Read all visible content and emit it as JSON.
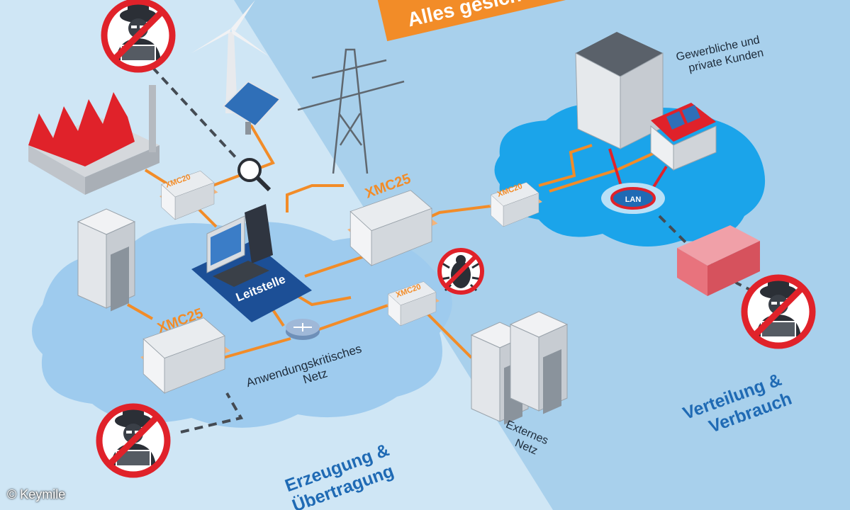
{
  "banner": {
    "text": "Alles gesichert"
  },
  "labels": {
    "customers_line1": "Gewerbliche und",
    "customers_line2": "private Kunden",
    "leitstelle": "Leitstelle",
    "critical_line1": "Anwendungskritisches",
    "critical_line2": "Netz",
    "external_line1": "Externes",
    "external_line2": "Netz",
    "generation_line1": "Erzeugung &",
    "generation_line2": "Übertragung",
    "distribution_line1": "Verteilung &",
    "distribution_line2": "Verbrauch",
    "lan": "LAN"
  },
  "devices": {
    "xmc_large": "XMC25",
    "xmc_small": "XMC20"
  },
  "icons": {
    "hacker": "hacker-prohibited-icon",
    "bug": "bug-prohibited-icon",
    "magnifier": "magnifier-icon",
    "router": "router-icon"
  },
  "colors": {
    "background_left": "#cfe6f5",
    "background_right": "#a8d0ec",
    "cloud": "#9ecbee",
    "link_orange": "#f28c28",
    "prohibit_red": "#e0222a",
    "heading_blue": "#1f6ab4",
    "leitstelle_blue": "#1c4f96"
  },
  "copyright": "© Keymile"
}
